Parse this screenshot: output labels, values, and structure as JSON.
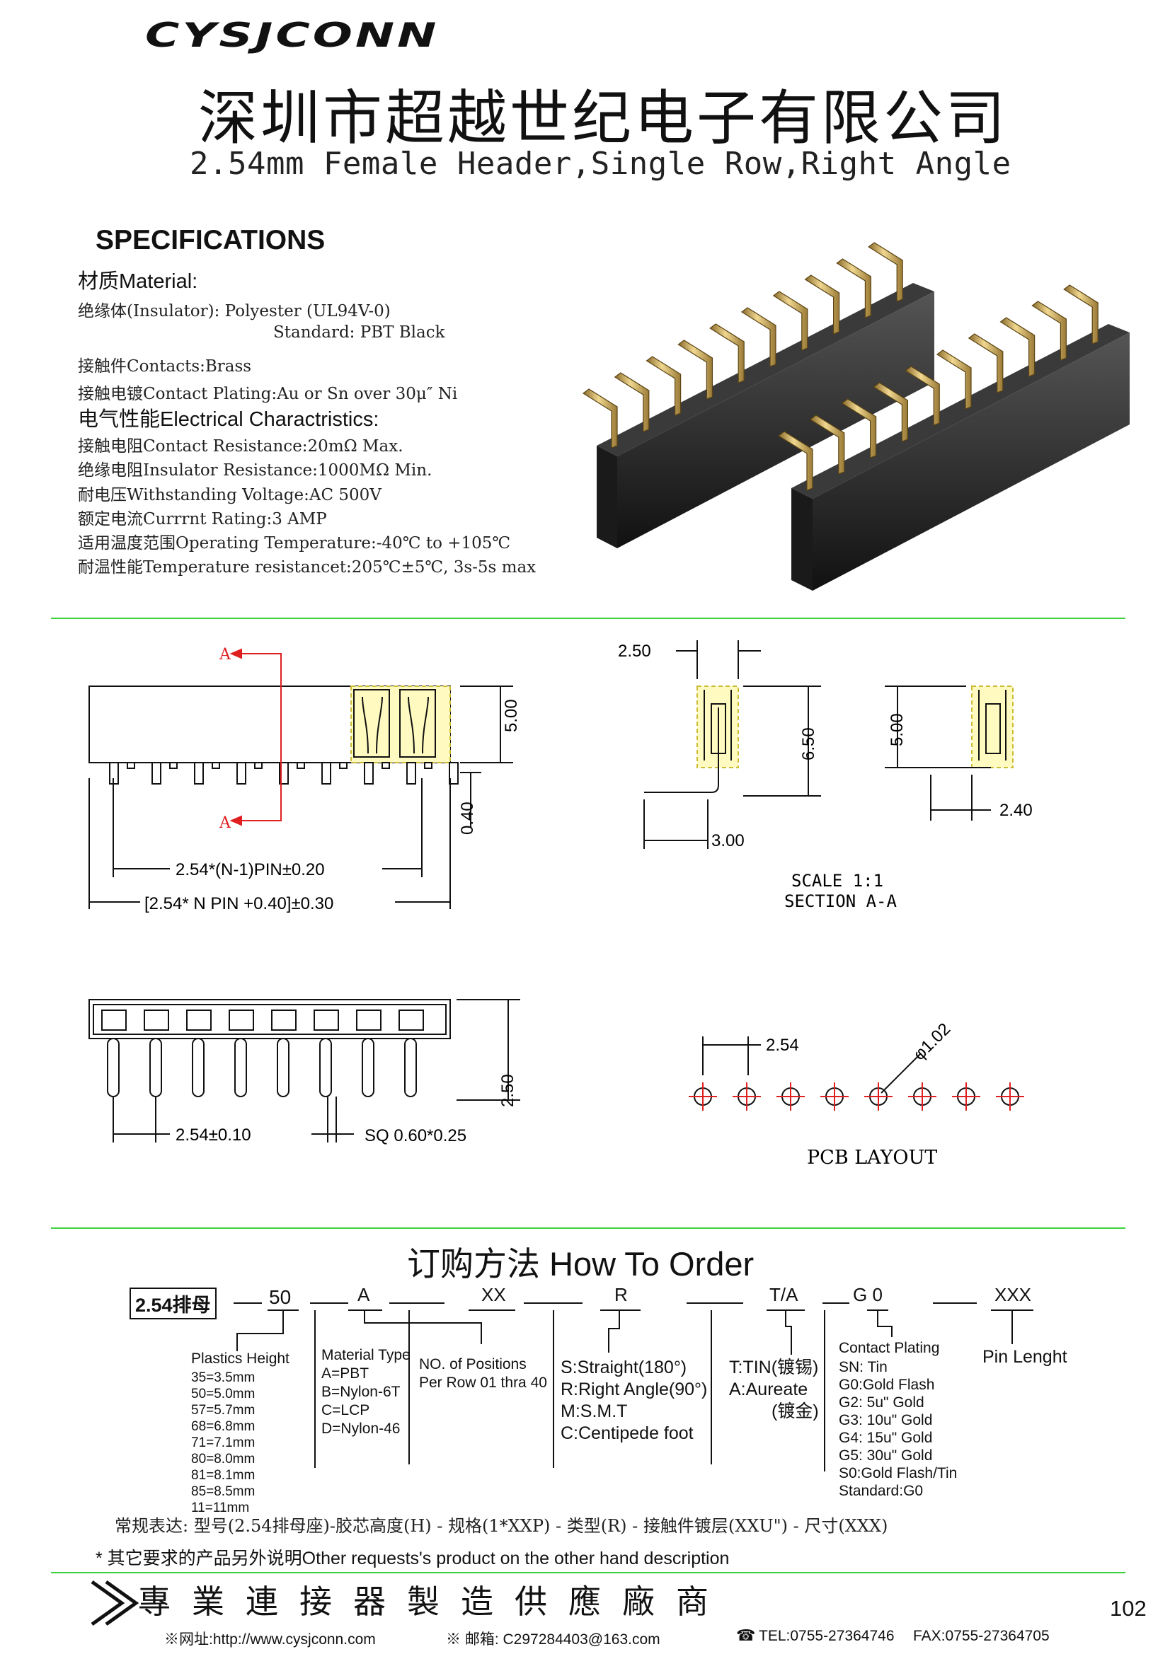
{
  "header": {
    "logo": "CYSJCONN",
    "company": "深圳市超越世纪电子有限公司",
    "product_title": "2.54mm Female Header,Single Row,Right Angle"
  },
  "specs": {
    "heading": "SPECIFICATIONS",
    "material_label": "材质Material:",
    "insulator": "绝缘体(Insulator):  Polyester (UL94V-0)",
    "standard": "Standard: PBT Black",
    "contacts": "接触件Contacts:Brass",
    "plating": "接触电镀Contact Plating:Au or Sn over 30μ″ Ni",
    "electrical_label": "电气性能Electrical Charactristics:",
    "contact_resistance": "接触电阻Contact Resistance:20mΩ  Max.",
    "insulator_resistance": "绝缘电阻Insulator Resistance:1000MΩ  Min.",
    "withstanding": "耐电压Withstanding Voltage:AC 500V",
    "current": "额定电流Currrnt Rating:3 AMP",
    "operating_temp": "适用温度范围Operating Temperature:-40℃ to +105℃",
    "temp_resist": "耐温性能Temperature resistancet:205℃±5℃, 3s-5s max"
  },
  "drawing": {
    "section_label": "A",
    "dim_500": "5.00",
    "dim_040": "0.40",
    "dim_pitch_formula": "2.54*(N-1)PIN±0.20",
    "dim_length_formula": "[2.54*  N  PIN  +0.40]±0.30",
    "dim_250_top": "2.50",
    "dim_650": "6.50",
    "dim_300": "3.00",
    "dim_500_b": "5.00",
    "dim_240": "2.40",
    "scale": "SCALE 1:1",
    "section": "SECTION A-A",
    "dim_250_side": "2.50",
    "dim_pitch": "2.54±0.10",
    "dim_sq": "SQ  0.60*0.25",
    "pcb_pitch": "2.54",
    "pcb_hole": "φ1.02",
    "pcb_layout": "PCB LAYOUT"
  },
  "order": {
    "title": "订购方法  How To Order",
    "code_box": "2.54排母",
    "code_50": "50",
    "code_A": "A",
    "code_XX": "XX",
    "code_R": "R",
    "code_TA": "T/A",
    "code_G0": "G 0",
    "code_XXX": "XXX",
    "height_title": "Plastics Height",
    "heights": [
      "35=3.5mm",
      "50=5.0mm",
      "57=5.7mm",
      "68=6.8mm",
      "71=7.1mm",
      "80=8.0mm",
      "81=8.1mm",
      "85=8.5mm",
      "11=11mm"
    ],
    "material_title": "Material Type",
    "materials": [
      "A=PBT",
      "B=Nylon-6T",
      "C=LCP",
      "D=Nylon-46"
    ],
    "positions": [
      "NO. of Positions",
      "Per Row  01 thra 40"
    ],
    "types": [
      "S:Straight(180°)",
      "R:Right Angle(90°)",
      "M:S.M.T",
      "C:Centipede foot"
    ],
    "ta": [
      "T:TIN(镀锡)",
      "A:Aureate",
      "(镀金)"
    ],
    "plating_title": "Contact Plating",
    "platings": [
      "SN: Tin",
      "G0:Gold Flash",
      "G2:  5u\" Gold",
      "G3: 10u\" Gold",
      "G4: 15u\" Gold",
      "G5: 30u\" Gold",
      "S0:Gold Flash/Tin",
      "Standard:G0"
    ],
    "pin_length": "Pin Lenght",
    "expression": "常规表达: 型号(2.54排母座)-胶芯高度(H) - 规格(1*XXP) - 类型(R) - 接触件镀层(XXU\") - 尺寸(XXX)",
    "note": "* 其它要求的产品另外说明Other requests's product on the other hand description"
  },
  "footer": {
    "slogan": "專業連接器製造供應廠商",
    "website": "※网址:http://www.cysjconn.com",
    "email": "※ 邮箱:  C297284403@163.com",
    "tel": "TEL:0755-27364746",
    "fax": "FAX:0755-27364705",
    "page": "102"
  }
}
